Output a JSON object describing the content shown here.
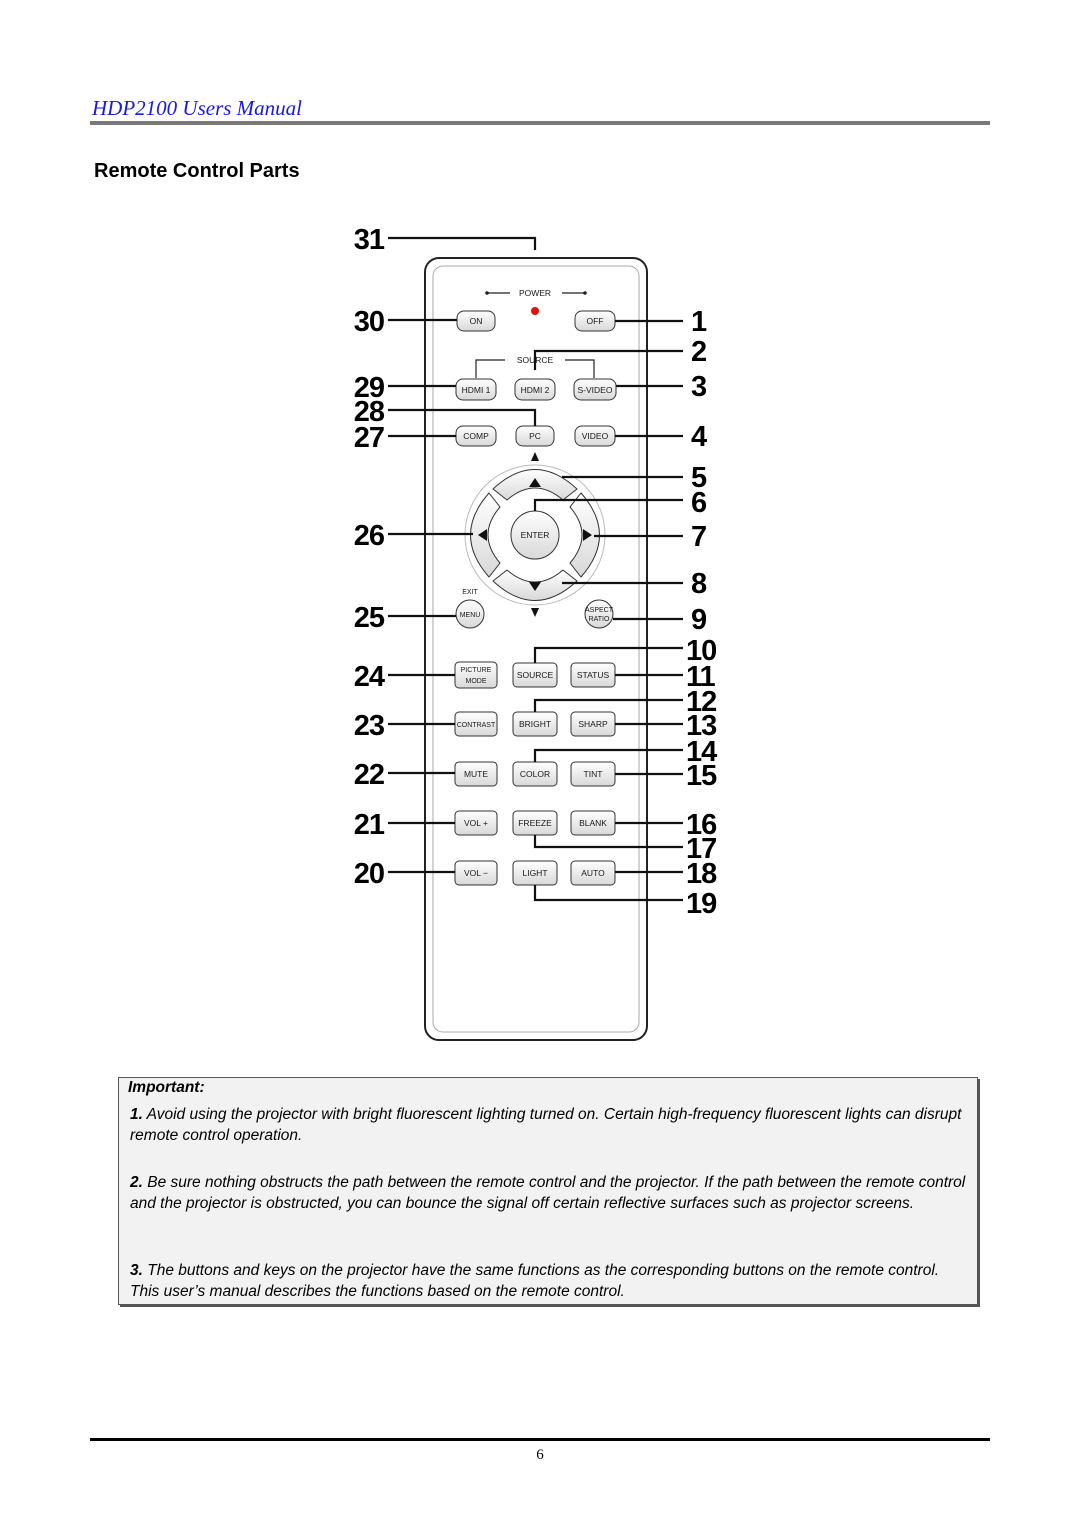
{
  "header": {
    "title": "HDP2100 Users Manual"
  },
  "section": {
    "title": "Remote Control Parts"
  },
  "remote": {
    "power_label": "POWER",
    "source_label": "SOURCE",
    "buttons": {
      "on": "ON",
      "off": "OFF",
      "hdmi1": "HDMI 1",
      "hdmi2": "HDMI 2",
      "svideo": "S-VIDEO",
      "comp": "COMP",
      "pc": "PC",
      "video": "VIDEO",
      "enter": "ENTER",
      "exit": "EXIT",
      "menu": "MENU",
      "aspect1": "ASPECT",
      "aspect2": "RATIO",
      "picture1": "PICTURE",
      "picture2": "MODE",
      "source": "SOURCE",
      "status": "STATUS",
      "contrast": "CONTRAST",
      "bright": "BRIGHT",
      "sharp": "SHARP",
      "mute": "MUTE",
      "color": "COLOR",
      "tint": "TINT",
      "volplus": "VOL +",
      "freeze": "FREEZE",
      "blank": "BLANK",
      "volminus": "VOL −",
      "light": "LIGHT",
      "auto": "AUTO"
    },
    "callouts_right": [
      "1",
      "2",
      "3",
      "4",
      "5",
      "6",
      "7",
      "8",
      "9",
      "10",
      "11",
      "12",
      "13",
      "14",
      "15",
      "16",
      "17",
      "18",
      "19"
    ],
    "callouts_left": [
      "20",
      "21",
      "22",
      "23",
      "24",
      "25",
      "26",
      "27",
      "28",
      "29",
      "30",
      "31"
    ]
  },
  "notice": {
    "heading": "Important:",
    "items": [
      {
        "num": "1.",
        "text": " Avoid using the projector with bright fluorescent lighting turned on. Certain high-frequency fluorescent lights can disrupt remote control operation."
      },
      {
        "num": "2.",
        "text": " Be sure nothing obstructs the path between the remote control and the projector. If the path between the remote control and the projector is obstructed, you can bounce the signal off certain reflective surfaces such as projector screens."
      },
      {
        "num": "3.",
        "text": " The buttons and keys on the projector have the same functions as the corresponding buttons on the remote control. This user’s manual describes the functions based on the remote control."
      }
    ]
  },
  "footer": {
    "page_number": "6"
  }
}
